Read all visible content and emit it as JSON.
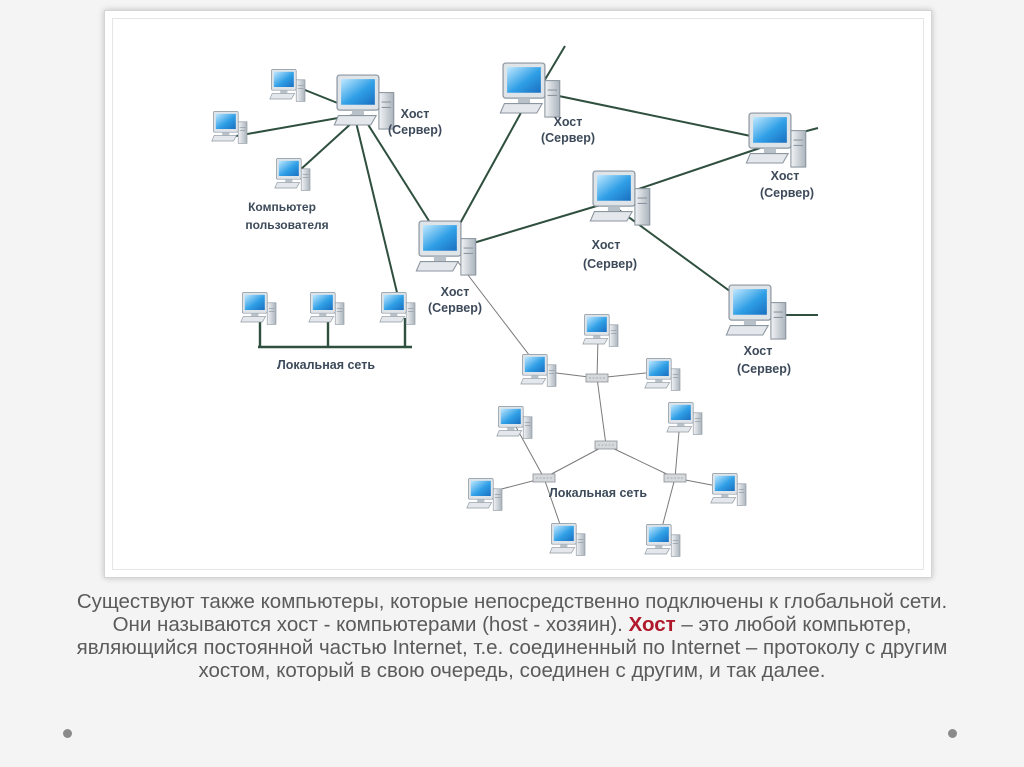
{
  "labels": {
    "host1_line1": "Хост",
    "host1_line2": "(Сервер)",
    "host2_line1": "Хост",
    "host2_line2": "(Сервер)",
    "host3_line1": "Хост",
    "host3_line2": "(Сервер)",
    "host4_line1": "Хост",
    "host4_line2": "(Сервер)",
    "host5_line1": "Хост",
    "host5_line2": "(Сервер)",
    "host6_line1": "Хост",
    "host6_line2": "(Сервер)",
    "user_pc_line1": "Компьютер",
    "user_pc_line2": "пользователя",
    "lan1": "Локальная сеть",
    "lan2": "Локальная сеть"
  },
  "caption": {
    "text_before": "Существуют также компьютеры, которые непосредственно подключены к глобальной сети. Они называются хост - компьютерами (host - хозяин). ",
    "highlight": "Хост",
    "text_after": " – это любой компьютер, являющийся постоянной частью Internet, т.е. соединенный по Internet – протоколу с другим хостом, который в свою очередь, соединен с другим, и так далее."
  },
  "colors": {
    "link": "#2f4f3f",
    "thin_link": "#7a7a7a",
    "monitor_screen": "#2f9fe6",
    "highlight": "#b0192b"
  }
}
